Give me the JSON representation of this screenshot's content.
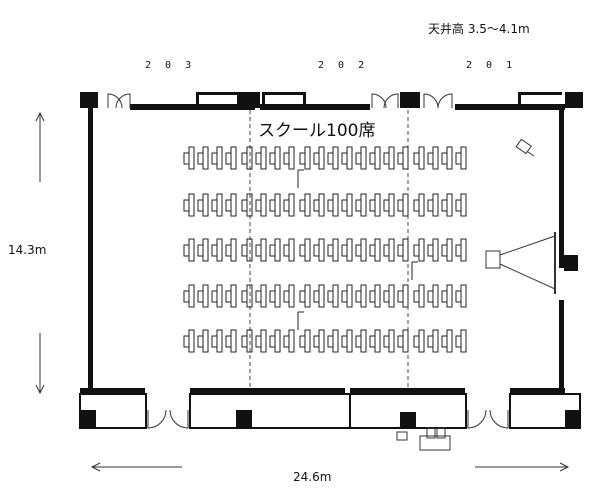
{
  "header": {
    "ceiling_height": "天井高 3.5～4.1m"
  },
  "rooms": [
    {
      "id": "203",
      "label": "2 0 3"
    },
    {
      "id": "202",
      "label": "2 0 2"
    },
    {
      "id": "201",
      "label": "2 0 1"
    }
  ],
  "layout": {
    "title": "スクール100席"
  },
  "dimensions": {
    "height": "14.3m",
    "width": "24.6m"
  }
}
